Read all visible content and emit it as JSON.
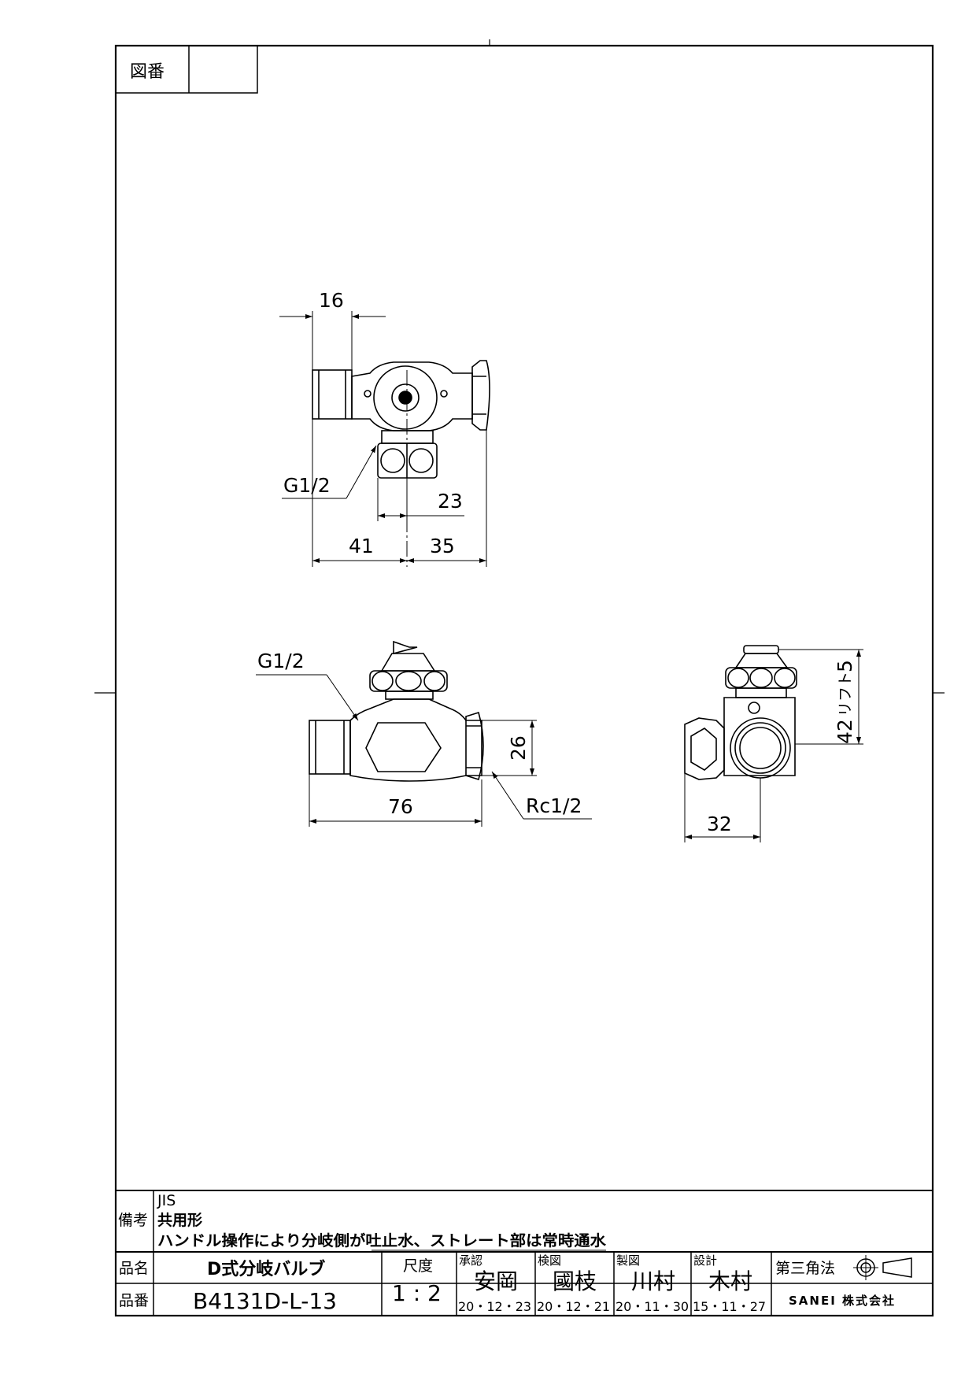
{
  "header": {
    "drawing_no_label": "図番",
    "drawing_no_value": ""
  },
  "top_view": {
    "dim_16": "16",
    "dim_23": "23",
    "dim_41": "41",
    "dim_35": "35",
    "thread_label": "G1/2"
  },
  "front_view": {
    "thread_label": "G1/2",
    "dim_76": "76",
    "dim_26": "26",
    "outlet_label": "Rc1/2"
  },
  "side_view": {
    "dim_42": "42",
    "lift_label": "リフト",
    "lift_value": "5",
    "dim_32": "32"
  },
  "notes": {
    "label": "備考",
    "lines": [
      "JIS",
      "共用形",
      "ハンドル操作により分岐側が吐止水、ストレート部は常時通水"
    ]
  },
  "title_block": {
    "product_name_label": "品名",
    "product_name": "D式分岐バルブ",
    "product_no_label": "品番",
    "product_no": "B4131D-L-13",
    "scale_label": "尺度",
    "scale": "1 : 2",
    "approved_label": "承認",
    "approved_name": "安岡",
    "approved_date": "20・12・23",
    "checked_label": "検図",
    "checked_name": "國枝",
    "checked_date": "20・12・21",
    "drawn_label": "製図",
    "drawn_name": "川村",
    "drawn_date": "20・11・30",
    "designed_label": "設計",
    "designed_name": "木村",
    "designed_date": "15・11・27",
    "projection_label": "第三角法",
    "company": "SANEI 株式会社"
  }
}
